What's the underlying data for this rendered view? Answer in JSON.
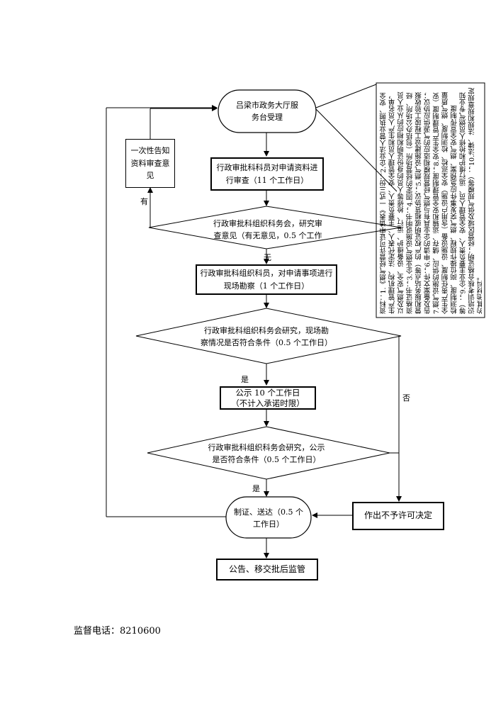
{
  "nodes": {
    "start": {
      "line1": "吕梁市政务大厅服",
      "line2": "务台受理"
    },
    "notice": {
      "line1": "一次性告知",
      "line2": "资料审查意",
      "line3": "见"
    },
    "review_docs": {
      "line1": "行政审批科科员对申请资料进",
      "line2": "行审查（11 个工作日）"
    },
    "meeting1": {
      "line1": "行政审批科组织科务会，研究审",
      "line2": "查意见（有无意见，0.5 个工作"
    },
    "site_check": {
      "line1": "行政审批科组织科员，对申请事项进行",
      "line2": "现场勘察（1 个工作日）"
    },
    "meeting2": {
      "line1": "行政审批科组织科务会研究，现场勘",
      "line2": "察情况是否符合条件（0.5 个工作日）"
    },
    "publicity": {
      "line1": "公示 10 个工作日",
      "line2": "（不计入承诺时限）"
    },
    "meeting3": {
      "line1": "行政审批科组织科务会研究，公示",
      "line2": "是否符合条件（0.5 个工作日）"
    },
    "certify": {
      "line1": "制证、送达（0.5 个",
      "line2": "工作日）"
    },
    "reject": {
      "text": "作出不予许可决定"
    },
    "announce": {
      "text": "公告、移交批后监管"
    }
  },
  "labels": {
    "has": "有",
    "none": "无",
    "yes1": "是",
    "yes2": "是",
    "no": "否"
  },
  "materials": {
    "text": "资料：1.《燃气经营许可证申请表》一式三份；2.企业法人营业执照、安全生产管理机构、法定代表人、主要负责人、安全管理人员和生产人员名单，以及燃气安全、设备维护、运行、抢修等人员的身份证明和相应的从业人员资格证书；3.企业燃气设施说明书；4.固定的经营场所（包括办公场所、经营和服务站点等）的产权证明或租赁协议；5.燃气设施建设工程竣工验收报告及备案文件；6.申请的企业具有与燃气经营规模相适应的气源供应协议；7.燃气设施的供应、储存、运输和安全管理制度；8.安全生产管理制度（安全生产责任制度、设施设备（含用户设施）安全巡检、检测制度、燃气质量检测制度、岗位操作规程、燃气突发事件应急预案、燃气安全宣传制度等）；9.企业主要负责人、安全管理人员、运行维护和抢修人员燃气专业知识培训考核合格证明；经营区域及供气规模等）；10.法律、法规和规章规定的其他材料。"
  },
  "footer": {
    "phone_label": "监督电话：",
    "phone_number": "8210600"
  }
}
